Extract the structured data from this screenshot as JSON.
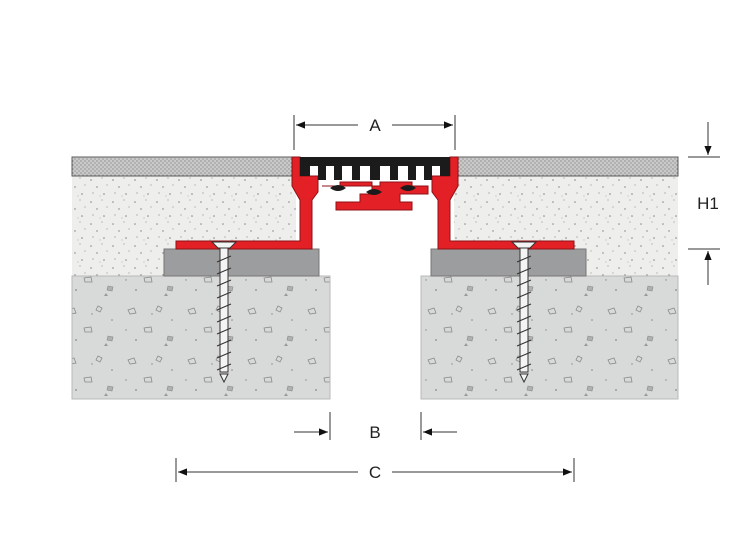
{
  "diagram": {
    "labels": {
      "a": "A",
      "b": "B",
      "c": "C",
      "h1": "H1"
    },
    "colors": {
      "background": "#ffffff",
      "screed": "#eeeeec",
      "substrate": "#d8d9d9",
      "profile_red": "#e32026",
      "insert_black": "#1b1b1b",
      "mortar_bed": "#9c9d9f",
      "floor_covering": "#c7c7c7",
      "screw": "#f4f4f4"
    },
    "icons": [
      "screw-icon",
      "dimension-arrow-icon"
    ]
  }
}
